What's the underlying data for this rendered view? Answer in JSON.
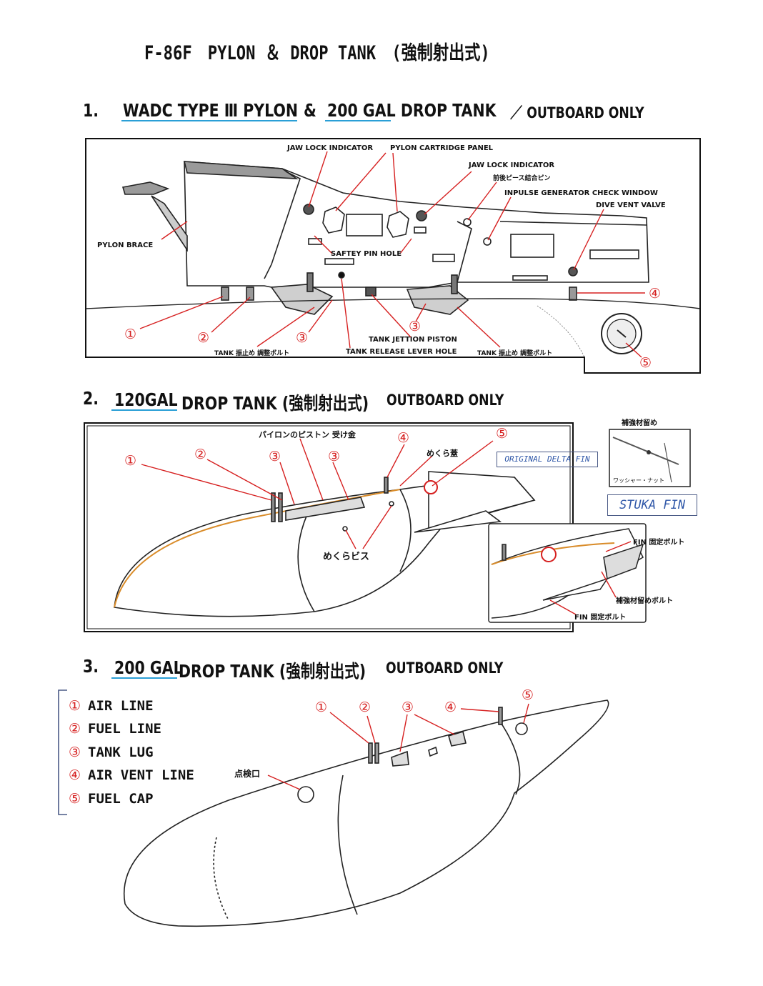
{
  "title": "F-86F　PYLON ＆ DROP TANK　(強制射出式)",
  "section1": {
    "number": "1.",
    "heading_a": "WADC TYPE Ⅲ PYLON",
    "amp": "&",
    "heading_b": "200 GAL DROP TANK",
    "note": "／ OUTBOARD ONLY",
    "labels": {
      "jaw_lock_1": "JAW LOCK INDICATOR",
      "cartridge_panel": "PYLON CARTRIDGE PANEL",
      "jaw_lock_2": "JAW LOCK INDICATOR",
      "front_rear_pin": "前後ピース結合ピン",
      "impulse_window": "INPULSE GENERATOR CHECK WINDOW",
      "dive_vent": "DIVE VENT VALVE",
      "pylon_brace": "PYLON BRACE",
      "safety_pin_hole": "SAFTEY PIN HOLE",
      "tank_bolt_left": "TANK 振止め 調整ボルト",
      "jettison_piston": "TANK JETTION PISTON",
      "release_lever": "TANK RELEASE LEVER HOLE",
      "tank_bolt_right": "TANK 振止め 調整ボルト"
    },
    "markers": [
      "①",
      "②",
      "③",
      "③",
      "④",
      "⑤"
    ]
  },
  "section2": {
    "number": "2.",
    "heading_a": "120GAL",
    "heading_b": "DROP TANK (強制射出式)",
    "note": "OUTBOARD ONLY",
    "labels": {
      "piston_receiver": "パイロンのピストン 受け金",
      "blind_cover": "めくら蓋",
      "blind_screw": "めくらビス",
      "fin_bolt_1": "FIN 固定ボルト",
      "reinforce_bolt": "補強材留めボルト",
      "fin_bolt_2": "FIN 固定ボルト",
      "reinforce_title": "補強材留め",
      "washer_nut": "ワッシャー・ナット"
    },
    "fin_original": "ORIGINAL DELTA FIN",
    "fin_stuka": "STUKA FIN",
    "markers": [
      "①",
      "②",
      "③",
      "③",
      "④",
      "⑤"
    ]
  },
  "section3": {
    "number": "3.",
    "heading_a": "200 GAL",
    "heading_b": "DROP TANK (強制射出式)",
    "note": "OUTBOARD ONLY",
    "inspection_port": "点検口",
    "markers": [
      "①",
      "②",
      "③",
      "④",
      "⑤"
    ]
  },
  "legend": [
    {
      "marker": "①",
      "text": "AIR LINE"
    },
    {
      "marker": "②",
      "text": "FUEL LINE"
    },
    {
      "marker": "③",
      "text": "TANK LUG"
    },
    {
      "marker": "④",
      "text": "AIR VENT LINE"
    },
    {
      "marker": "⑤",
      "text": "FUEL CAP"
    }
  ],
  "colors": {
    "marker": "#d62020",
    "underline": "#2a9fd6",
    "fin_text": "#2f57a8",
    "tank_stripe": "#d98c2a"
  }
}
